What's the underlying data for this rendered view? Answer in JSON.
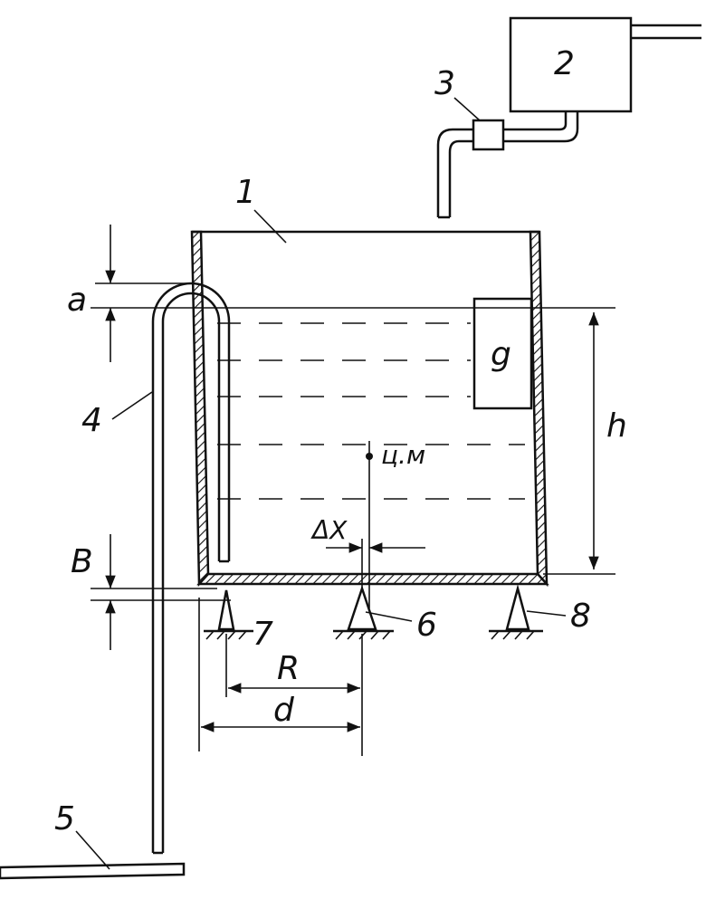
{
  "labels": {
    "vessel": "1",
    "pump": "2",
    "valve": "3",
    "siphon": "4",
    "drain": "5",
    "support_center": "6",
    "support_left": "7",
    "support_right": "8",
    "block": "g",
    "center_of_mass": "ц.м",
    "dim_a": "a",
    "dim_b": "B",
    "dim_h": "h",
    "dim_R": "R",
    "dim_d": "d",
    "dim_dx": "ΔX"
  }
}
